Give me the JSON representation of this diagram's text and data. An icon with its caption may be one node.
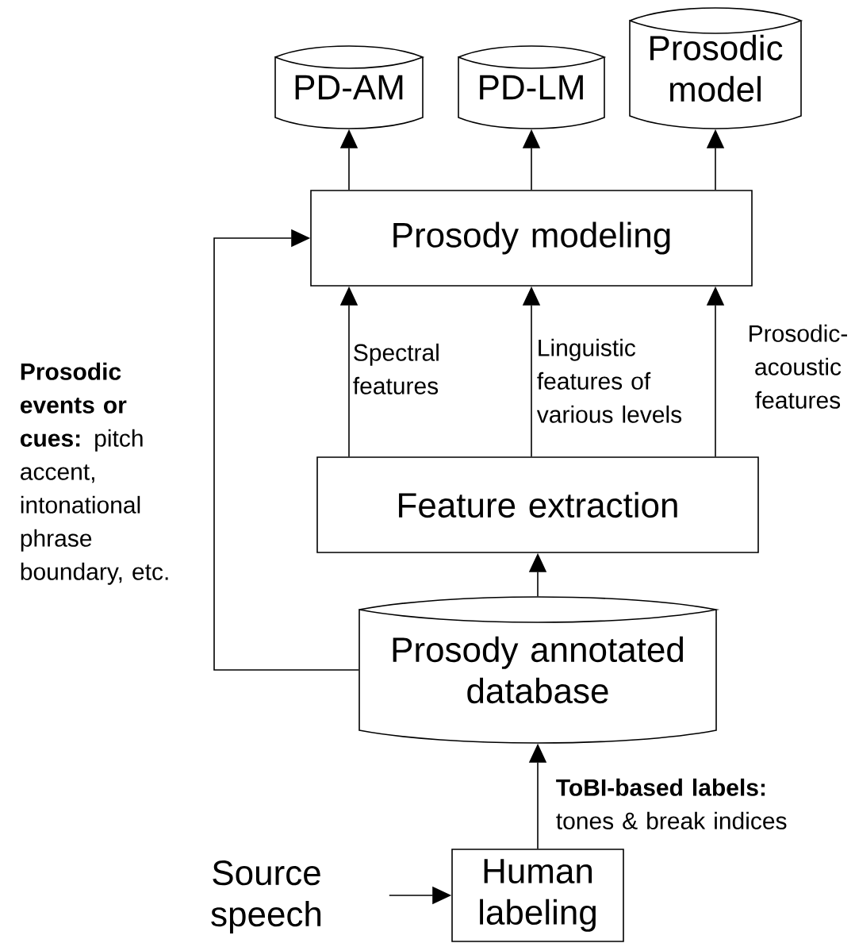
{
  "diagram": {
    "nodes": [
      {
        "text": [
          "PD-AM"
        ]
      },
      {
        "text": [
          "PD-LM"
        ]
      },
      {
        "text": [
          "Prosodic model"
        ]
      },
      {
        "text": [
          "Prosody modeling"
        ]
      },
      {
        "text": [
          "Feature extraction"
        ]
      },
      {
        "text": [
          "Prosody annotated database"
        ]
      },
      {
        "text": [
          "Human labeling"
        ]
      },
      {
        "text": [
          "Source speech"
        ]
      }
    ],
    "edges": [
      {
        "from": 3,
        "to": 0,
        "arrow": "to"
      },
      {
        "from": 3,
        "to": 1,
        "arrow": "to"
      },
      {
        "from": 3,
        "to": 2,
        "arrow": "to"
      },
      {
        "from": 4,
        "to": 3,
        "arrow": "to",
        "label": "Spectral features"
      },
      {
        "from": 4,
        "to": 3,
        "arrow": "to",
        "label": "Linguistic features of various levels"
      },
      {
        "from": 4,
        "to": 3,
        "arrow": "to",
        "label": "Prosodic-acoustic features"
      },
      {
        "from": 5,
        "to": 4,
        "arrow": "to"
      },
      {
        "from": 5,
        "to": 3,
        "arrow": "to",
        "label": "**Prosodic events or cues:** pitch accent, intonational phrase boundary, etc."
      },
      {
        "from": 6,
        "to": 5,
        "arrow": "to",
        "label": "**ToBI-based labels:** tones & break indices"
      },
      {
        "from": 7,
        "to": 6,
        "arrow": "to"
      }
    ]
  }
}
